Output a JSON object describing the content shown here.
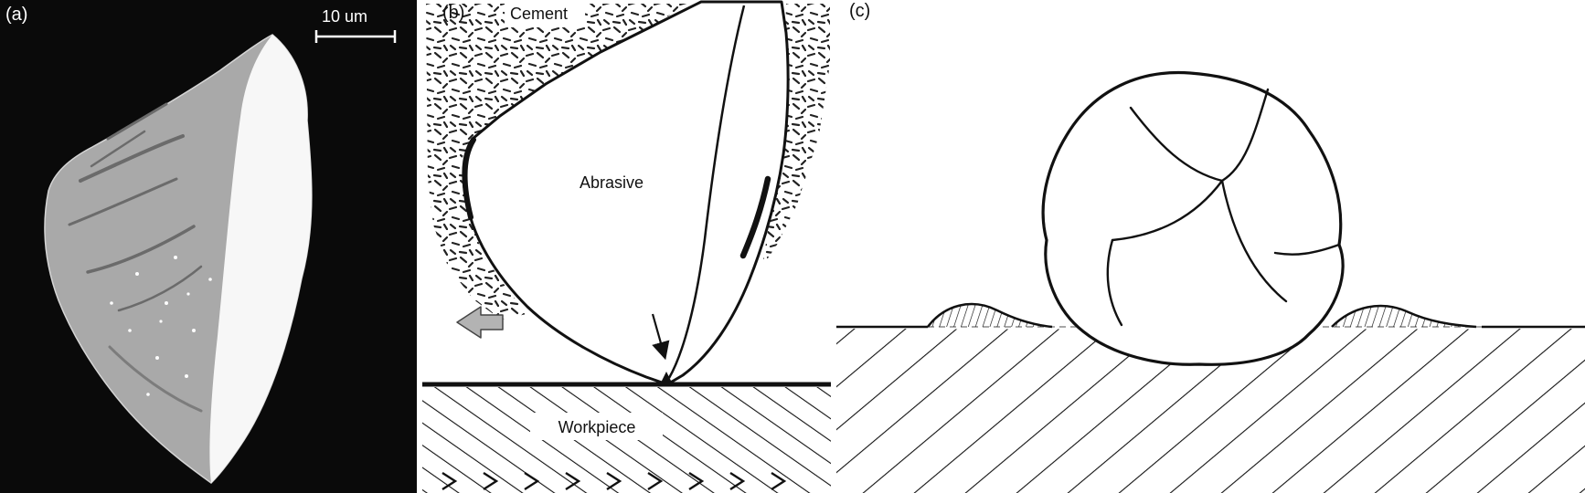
{
  "figure": {
    "panels": {
      "a": {
        "label": "(a)",
        "scale_text": "10 um"
      },
      "b": {
        "label": "(b)",
        "cement_label": "Cement",
        "abrasive_label": "Abrasive",
        "workpiece_label": "Workpiece",
        "arrow_color": "#b3b3b3"
      },
      "c": {
        "label": "(c)"
      }
    },
    "colors": {
      "ink": "#111111",
      "sem_background": "#0a0a0a",
      "dashed_line": "#8a8a8a"
    }
  }
}
